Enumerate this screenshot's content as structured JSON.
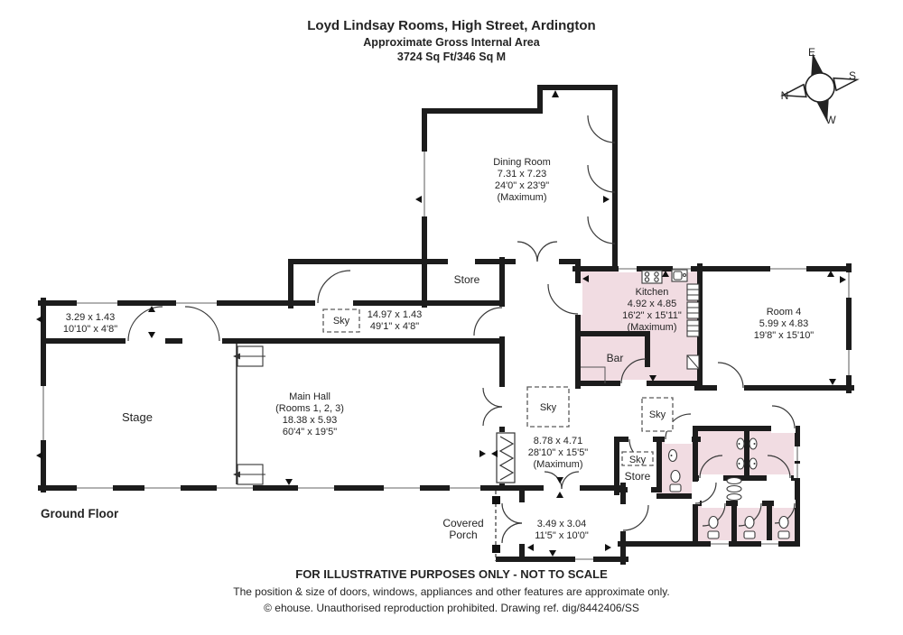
{
  "header": {
    "title": "Loyd Lindsay Rooms, High Street, Ardington",
    "subtitle": "Approximate Gross Internal Area",
    "area": "3724 Sq Ft/346 Sq M"
  },
  "compass": {
    "n": "N",
    "e": "E",
    "s": "S",
    "w": "W"
  },
  "floor": {
    "label": "Ground Floor"
  },
  "rooms": {
    "dining": {
      "name": "Dining Room",
      "metric": "7.31 x 7.23",
      "imperial": "24'0\" x 23'9\"",
      "note": "(Maximum)"
    },
    "store_upper": {
      "name": "Store"
    },
    "corridor_small": {
      "metric": "3.29 x 1.43",
      "imperial": "10'10\" x 4'8\""
    },
    "corridor_long": {
      "metric": "14.97 x 1.43",
      "imperial": "49'1\" x 4'8\""
    },
    "stage": {
      "name": "Stage"
    },
    "main_hall": {
      "name": "Main Hall",
      "rooms_note": "(Rooms 1, 2, 3)",
      "metric": "18.38 x 5.93",
      "imperial": "60'4\" x 19'5\""
    },
    "kitchen": {
      "name": "Kitchen",
      "metric": "4.92 x 4.85",
      "imperial": "16'2\" x 15'11\"",
      "note": "(Maximum)"
    },
    "bar": {
      "name": "Bar"
    },
    "room4": {
      "name": "Room 4",
      "metric": "5.99 x 4.83",
      "imperial": "19'8\" x 15'10\""
    },
    "lobby": {
      "metric": "8.78 x 4.71",
      "imperial": "28'10\" x 15'5\"",
      "note": "(Maximum)"
    },
    "porch": {
      "metric": "3.49 x 3.04",
      "imperial": "11'5\" x 10'0\""
    },
    "covered_porch": {
      "line1": "Covered",
      "line2": "Porch"
    },
    "store_lower": {
      "name": "Store"
    },
    "skylight": {
      "label": "Sky"
    }
  },
  "footer": {
    "line1": "FOR ILLUSTRATIVE PURPOSES ONLY - NOT TO SCALE",
    "line2": "The position & size of doors, windows, appliances and other features are approximate only.",
    "line3": "© ehouse. Unauthorised reproduction prohibited. Drawing ref. dig/8442406/SS"
  },
  "colors": {
    "wall": "#1c1c1c",
    "room_fill": "#f1dce2",
    "text": "#242424",
    "window_line": "#989898"
  }
}
